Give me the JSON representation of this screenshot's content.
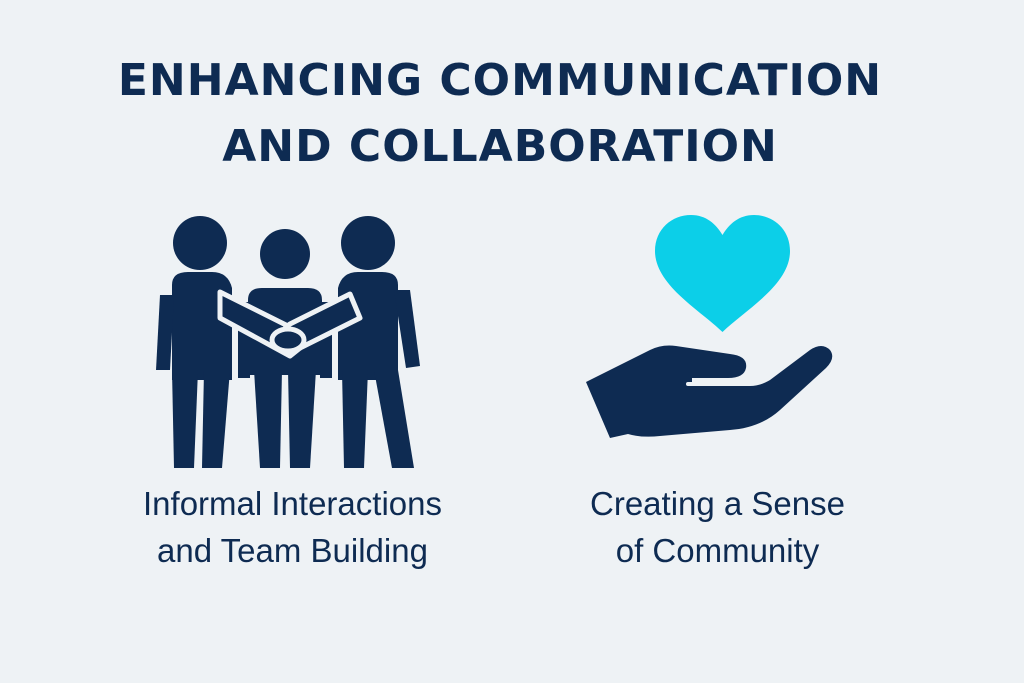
{
  "title": {
    "line1": "ENHANCING COMMUNICATION",
    "line2": "AND COLLABORATION"
  },
  "items": [
    {
      "icon": "team-group-icon",
      "caption_line1": "Informal Interactions",
      "caption_line2": "and Team Building"
    },
    {
      "icon": "heart-in-hand-icon",
      "caption_line1": "Creating a Sense",
      "caption_line2": "of Community"
    }
  ],
  "colors": {
    "background": "#eef2f5",
    "navy": "#0e2b52",
    "heart": "#0ccfe8"
  }
}
